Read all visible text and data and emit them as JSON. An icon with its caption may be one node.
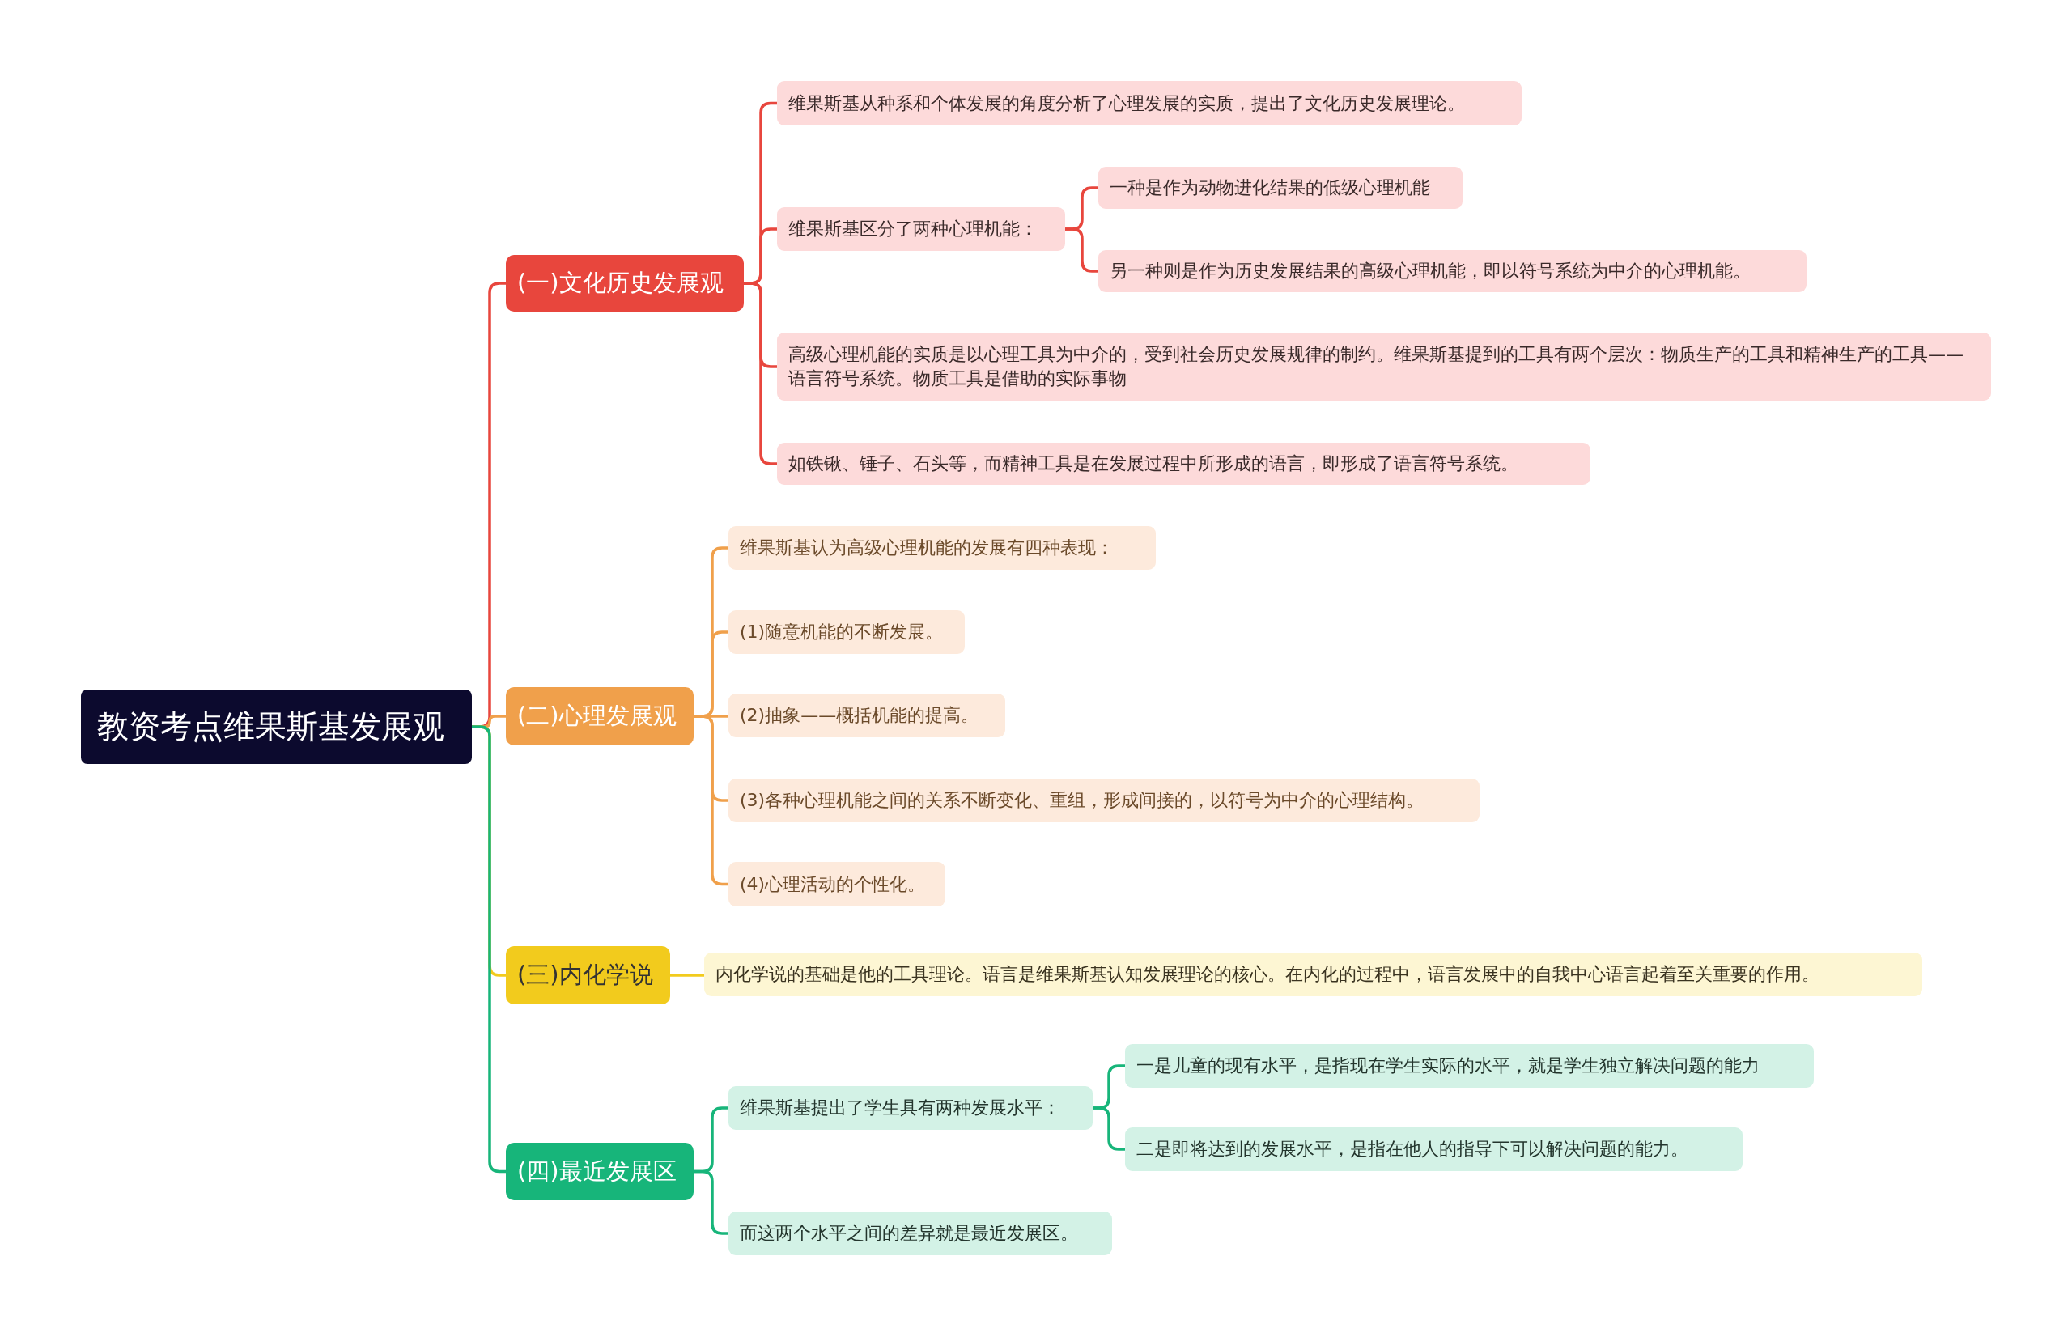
{
  "diagram": {
    "nodes": [
      {
        "text": [
          "教资考点维果斯基发展观"
        ]
      },
      {
        "text": [
          "(一)文化历史发展观"
        ]
      },
      {
        "text": [
          "维果斯基从种系和个体发展的角度分析了心理发展的实质，提出了文化历史发展理论。"
        ]
      },
      {
        "text": [
          "维果斯基区分了两种心理机能："
        ]
      },
      {
        "text": [
          "一种是作为动物进化结果的低级心理机能"
        ]
      },
      {
        "text": [
          "另一种则是作为历史发展结果的高级心理机能，即以符号系统为中介的心理机能。"
        ]
      },
      {
        "text": [
          "高级心理机能的实质是以心理工具为中介的，受到社会历史发展规律的制约。维果斯基提到的工具有两个层次：物质生产的工具和精神生产的工具——语言符号系统。物质工具是借助的实际事物"
        ]
      },
      {
        "text": [
          "如铁锹、锤子、石头等，而精神工具是在发展过程中所形成的语言，即形成了语言符号系统。"
        ]
      },
      {
        "text": [
          "(二)心理发展观"
        ]
      },
      {
        "text": [
          "维果斯基认为高级心理机能的发展有四种表现："
        ]
      },
      {
        "text": [
          "(1)随意机能的不断发展。"
        ]
      },
      {
        "text": [
          "(2)抽象——概括机能的提高。"
        ]
      },
      {
        "text": [
          "(3)各种心理机能之间的关系不断变化、重组，形成间接的，以符号为中介的心理结构。"
        ]
      },
      {
        "text": [
          "(4)心理活动的个性化。"
        ]
      },
      {
        "text": [
          "(三)内化学说"
        ]
      },
      {
        "text": [
          "内化学说的基础是他的工具理论。语言是维果斯基认知发展理论的核心。在内化的过程中，语言发展中的自我中心语言起着至关重要的作用。"
        ]
      },
      {
        "text": [
          "(四)最近发展区"
        ]
      },
      {
        "text": [
          "维果斯基提出了学生具有两种发展水平："
        ]
      },
      {
        "text": [
          "一是儿童的现有水平，是指现在学生实际的水平，就是学生独立解决问题的能力"
        ]
      },
      {
        "text": [
          "二是即将达到的发展水平，是指在他人的指导下可以解决问题的能力。"
        ]
      },
      {
        "text": [
          "而这两个水平之间的差异就是最近发展区。"
        ]
      }
    ],
    "edges": [
      {
        "from": 0,
        "to": 1,
        "arrow": "none"
      },
      {
        "from": 1,
        "to": 2,
        "arrow": "none"
      },
      {
        "from": 1,
        "to": 3,
        "arrow": "none"
      },
      {
        "from": 3,
        "to": 4,
        "arrow": "none"
      },
      {
        "from": 3,
        "to": 5,
        "arrow": "none"
      },
      {
        "from": 1,
        "to": 6,
        "arrow": "none"
      },
      {
        "from": 1,
        "to": 7,
        "arrow": "none"
      },
      {
        "from": 0,
        "to": 8,
        "arrow": "none",
        "color": "#f0a04b"
      },
      {
        "from": 8,
        "to": 9,
        "arrow": "none",
        "color": "#f0a04b"
      },
      {
        "from": 8,
        "to": 10,
        "arrow": "none",
        "color": "#f0a04b"
      },
      {
        "from": 8,
        "to": 11,
        "arrow": "none",
        "color": "#f0a04b"
      },
      {
        "from": 8,
        "to": 12,
        "arrow": "none",
        "color": "#f0a04b"
      },
      {
        "from": 8,
        "to": 13,
        "arrow": "none",
        "color": "#f0a04b"
      },
      {
        "from": 0,
        "to": 14,
        "arrow": "none",
        "color": "#f2cb1d"
      },
      {
        "from": 14,
        "to": 15,
        "arrow": "none",
        "color": "#f2cb1d"
      },
      {
        "from": 0,
        "to": 16,
        "arrow": "none",
        "color": "#17b57a"
      },
      {
        "from": 16,
        "to": 17,
        "arrow": "none",
        "color": "#17b57a"
      },
      {
        "from": 17,
        "to": 18,
        "arrow": "none",
        "color": "#17b57a"
      },
      {
        "from": 17,
        "to": 19,
        "arrow": "none",
        "color": "#17b57a"
      },
      {
        "from": 16,
        "to": 20,
        "arrow": "none",
        "color": "#17b57a"
      }
    ]
  }
}
